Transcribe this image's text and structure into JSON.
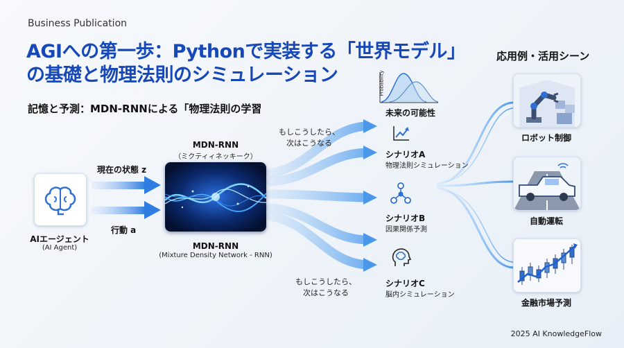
{
  "publication": "Business Publication",
  "title_line1": "AGIへの第一歩：Pythonで実装する「世界モデル」",
  "title_line2": "の基礎と物理法則のシミュレーション",
  "subtitle": "記憶と予測：MDN-RNNによる「物理法則の学習",
  "agent": {
    "name": "AIエージェント",
    "en": "(AI Agent)"
  },
  "inputs": {
    "state": "現在の状態 z",
    "action": "行動 a"
  },
  "model": {
    "top_name": "MDN-RNN",
    "top_kana": "（ミクティィネッキーク）",
    "bottom_name": "MDN-RNN",
    "bottom_en": "(Mixture Density Network - RNN)"
  },
  "maybe_top": [
    "もしこうしたら、",
    "次はこうなる"
  ],
  "maybe_bottom": [
    "もしこうしたら、",
    "次はこうなる"
  ],
  "future": {
    "label": "未来の可能性",
    "axis_label": "Probability"
  },
  "scenarios": [
    {
      "name": "シナリオA",
      "desc": "物理法則シミュレーション",
      "icon": "trend-chart-icon"
    },
    {
      "name": "シナリオB",
      "desc": "因果関係予測",
      "icon": "network-nodes-icon"
    },
    {
      "name": "シナリオC",
      "desc": "脳内シミュレーション",
      "icon": "head-brain-icon"
    }
  ],
  "usecases_title": "応用例・活用シーン",
  "usecases": [
    {
      "label": "ロボット制御",
      "icon": "robot-arm-icon"
    },
    {
      "label": "自動運転",
      "icon": "car-icon"
    },
    {
      "label": "金融市場予測",
      "icon": "stock-chart-icon"
    }
  ],
  "footer": "2025 AI KnowledgeFlow",
  "colors": {
    "title": "#1648b8",
    "accent": "#2f7de1",
    "flow": "#8ec3f5"
  }
}
